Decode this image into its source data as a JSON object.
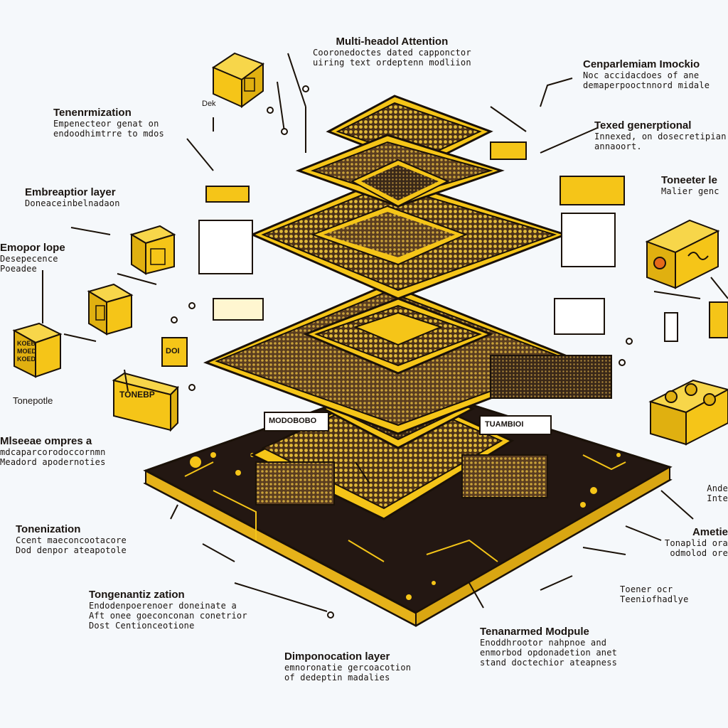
{
  "colors": {
    "accent": "#f5c518",
    "dark": "#2a1a0e",
    "board": "#231712",
    "chip": "#6e4e2a"
  },
  "labels": {
    "top_center": {
      "title": "Multi-headol Attention",
      "desc": [
        "Cooronedoctes dated capponctor",
        "uiring text ordeptenn modliion"
      ]
    },
    "top_right": {
      "title": "Cenparlemiam Imockio",
      "desc": [
        "Noc accidacdoes of ane",
        "demaperpooctnnord midale"
      ]
    },
    "right_2": {
      "title": "Texed generptional",
      "desc": [
        "Innexed, on dosecretipian",
        "annaoort."
      ]
    },
    "right_3": {
      "title": "Toneeter le",
      "desc": [
        "Malier genc"
      ]
    },
    "left_1": {
      "title": "Tenenrmization",
      "desc": [
        "Empenecteor genat on",
        "endoodhimtrre to mdos"
      ]
    },
    "left_2": {
      "title": "Embreaptior layer",
      "desc": [
        "Doneaceinbelnadaon"
      ]
    },
    "left_3": {
      "title": "Emopor lope",
      "desc": [
        "Desepecence",
        "Poeadee"
      ]
    },
    "left_4": {
      "title": "Tonepotle",
      "desc": []
    },
    "left_5": {
      "title": "Mlseeae ompres a",
      "desc": [
        "mdcaparcorodoccornmn",
        "Meadord apodernoties"
      ]
    },
    "left_6": {
      "title": "Tonenization",
      "desc": [
        "Ccent maeconcootacore",
        "Dod denpor ateapotole"
      ]
    },
    "bottom_left": {
      "title": "Tongenantiz zation",
      "desc": [
        "Endodenpoerenoer doneinate a",
        "Aft onee goeconconan conetrior",
        "Dost Centionceotione"
      ]
    },
    "bottom_mid": {
      "title": "Dimponocation layer",
      "desc": [
        "emnoronatie gercoacotion",
        "of dedeptin madalies"
      ]
    },
    "bottom_right": {
      "title": "Tenanarmed Modpule",
      "desc": [
        "Enoddhrootor nahpnoe and",
        "enmorbod opdonadetion anet",
        "stand doctechior ateapness"
      ]
    },
    "right_4": {
      "title": "Ametie",
      "desc": [
        "Tonaplid ora",
        "odmolod ore"
      ]
    },
    "right_5": {
      "title": "",
      "desc": [
        "Ande",
        "Inte"
      ]
    },
    "right_6": {
      "title": "",
      "desc": [
        "Toener ocr",
        "Teeniofhadlye"
      ]
    }
  },
  "chips": {
    "dek": "Dek",
    "tonebp": "TONEBP",
    "modobodo": "MODOBOBO",
    "tuambiol": "TUAMBIOI",
    "small1": "DOI",
    "side_top": "",
    "keyed_left": [
      "KOEB",
      "MOED",
      "KOED"
    ]
  }
}
